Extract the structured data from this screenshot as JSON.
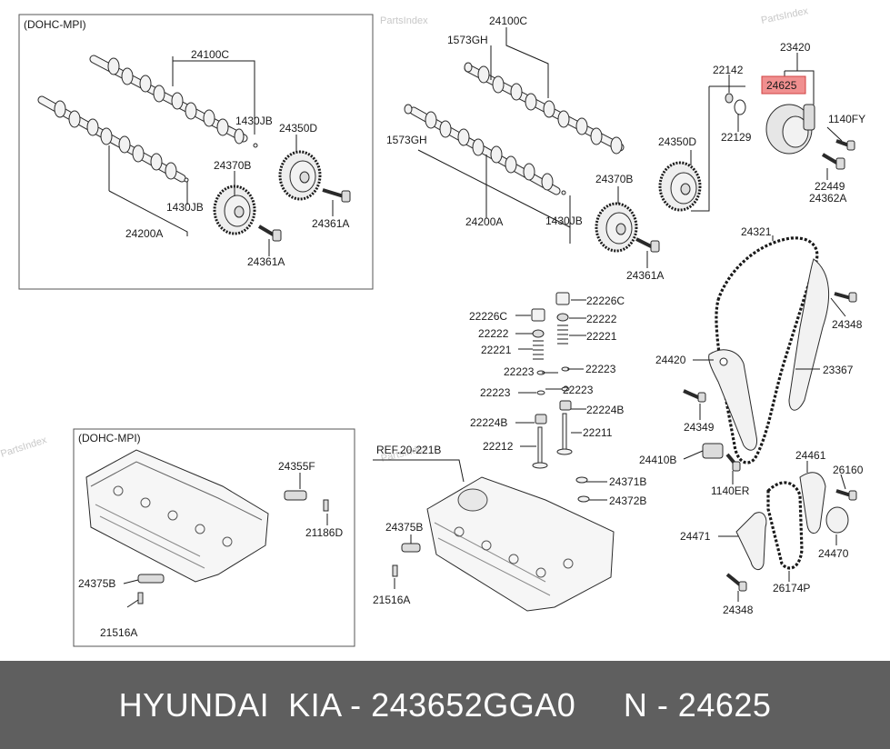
{
  "watermark": "PartsIndex",
  "panels": {
    "top_left_header": "(DOHC-MPI)",
    "bottom_left_header": "(DOHC-MPI)"
  },
  "labels": {
    "tl_24100C": "24100C",
    "tl_1430JB_a": "1430JB",
    "tl_24350D": "24350D",
    "tl_24370B": "24370B",
    "tl_1430JB_b": "1430JB",
    "tl_24361A_a": "24361A",
    "tl_24200A": "24200A",
    "tl_24361A_b": "24361A",
    "c_24100C": "24100C",
    "c_1573GH_a": "1573GH",
    "c_1573GH_b": "1573GH",
    "c_24350D": "24350D",
    "c_24370B": "24370B",
    "c_24200A": "24200A",
    "c_1430JB": "1430JB",
    "c_24361A": "24361A",
    "r_22142": "22142",
    "r_23420": "23420",
    "r_24625": "24625",
    "r_22129": "22129",
    "r_1140FY": "1140FY",
    "r_22449": "22449",
    "r_24362A": "24362A",
    "r_24321": "24321",
    "r_24348_a": "24348",
    "r_24420": "24420",
    "r_23367": "23367",
    "r_24349": "24349",
    "r_24410B": "24410B",
    "r_1140ER": "1140ER",
    "r_24461": "24461",
    "r_26160": "26160",
    "r_24471": "24471",
    "r_24470": "24470",
    "r_26174P": "26174P",
    "r_24348_b": "24348",
    "v_22226C_r": "22226C",
    "v_22226C_l": "22226C",
    "v_22222_r": "22222",
    "v_22222_l": "22222",
    "v_22221_r": "22221",
    "v_22221_l": "22221",
    "v_22223_a": "22223",
    "v_22223_b": "22223",
    "v_22223_c": "22223",
    "v_22223_d": "22223",
    "v_22224B_r": "22224B",
    "v_22224B_l": "22224B",
    "v_22211": "22211",
    "v_22212": "22212",
    "b_24355F": "24355F",
    "b_21186D": "21186D",
    "b_24375B": "24375B",
    "b_21516A": "21516A",
    "m_ref": "REF.20-221B",
    "m_24371B": "24371B",
    "m_24372B": "24372B",
    "m_24375B": "24375B",
    "m_21516A": "21516A"
  },
  "highlight": {
    "label": "24625",
    "fill": "#f08f8f",
    "stroke": "#d04040"
  },
  "footer": {
    "brand": "HYUNDAI  KIA - 243652GGA0",
    "code": "N - 24625",
    "background": "#5f5f5f",
    "text_color": "#ffffff"
  }
}
